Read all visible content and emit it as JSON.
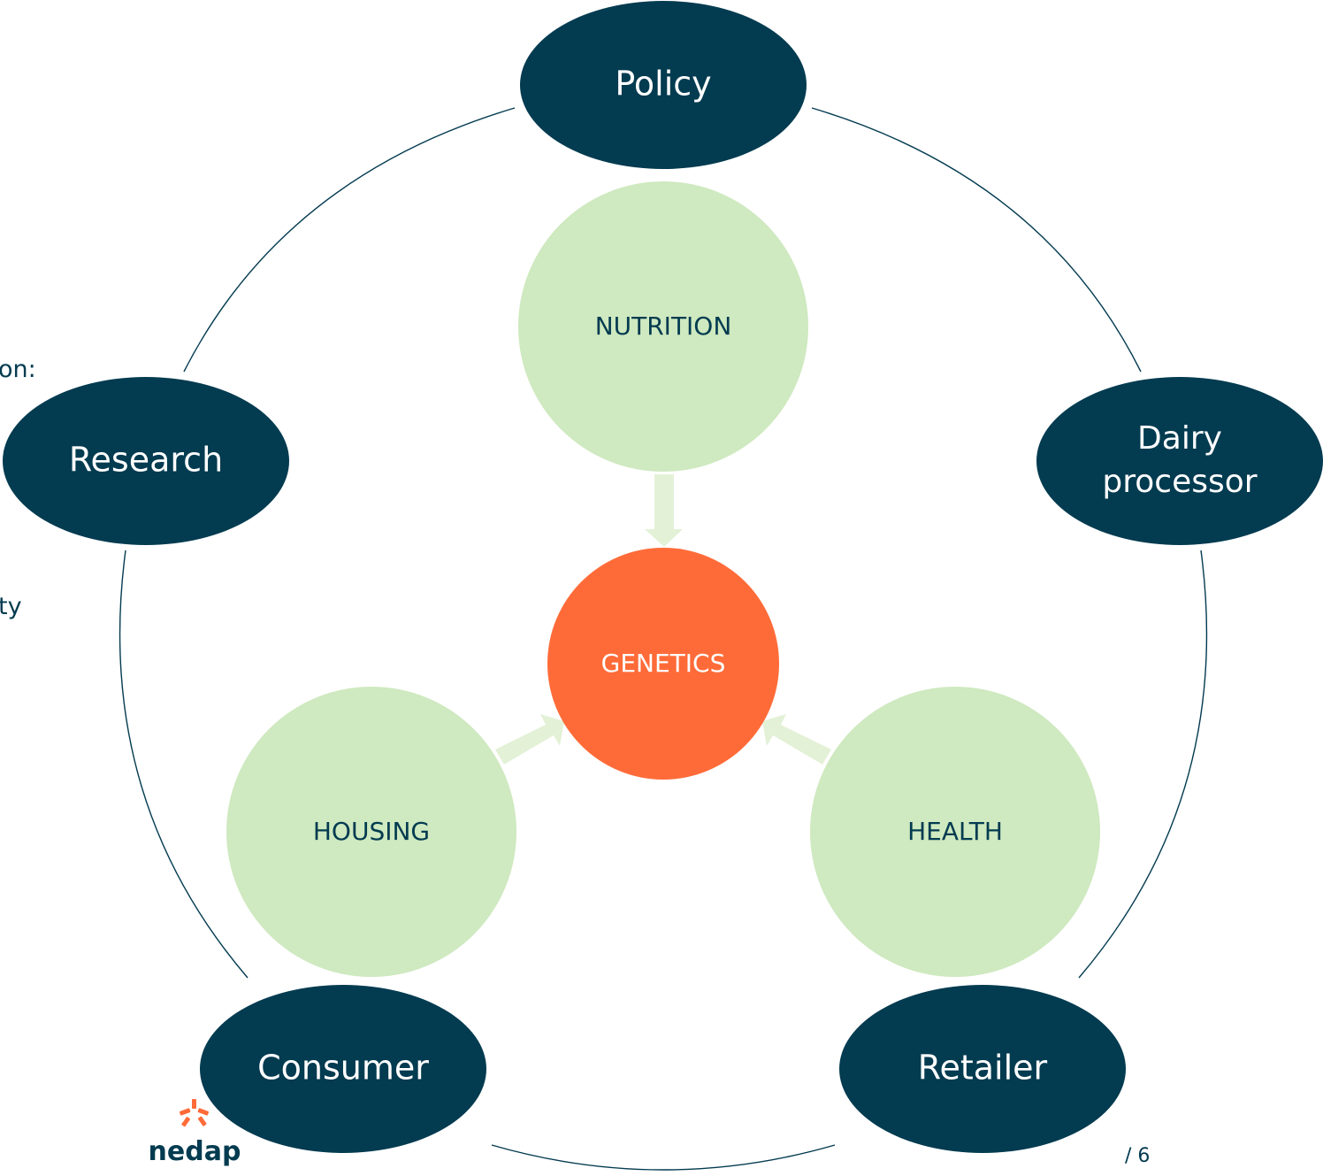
{
  "colors": {
    "dark": "#033b50",
    "light_green": "#cfe9c0",
    "arrow_green": "#e3f1d7",
    "orange": "#ff6b38",
    "white": "#ffffff"
  },
  "diagram": {
    "stakeholders": {
      "policy": "Policy",
      "dairy_processor_line1": "Dairy",
      "dairy_processor_line2": "processor",
      "retailer": "Retailer",
      "consumer": "Consumer",
      "research": "Research"
    },
    "factors": {
      "nutrition": "NUTRITION",
      "housing": "HOUSING",
      "health": "HEALTH"
    },
    "center": "GENETICS"
  },
  "cropped_text": {
    "fragment_1": "on:",
    "fragment_2": "ty"
  },
  "footer": {
    "logo_text": "nedap",
    "page_number": "/ 6"
  }
}
